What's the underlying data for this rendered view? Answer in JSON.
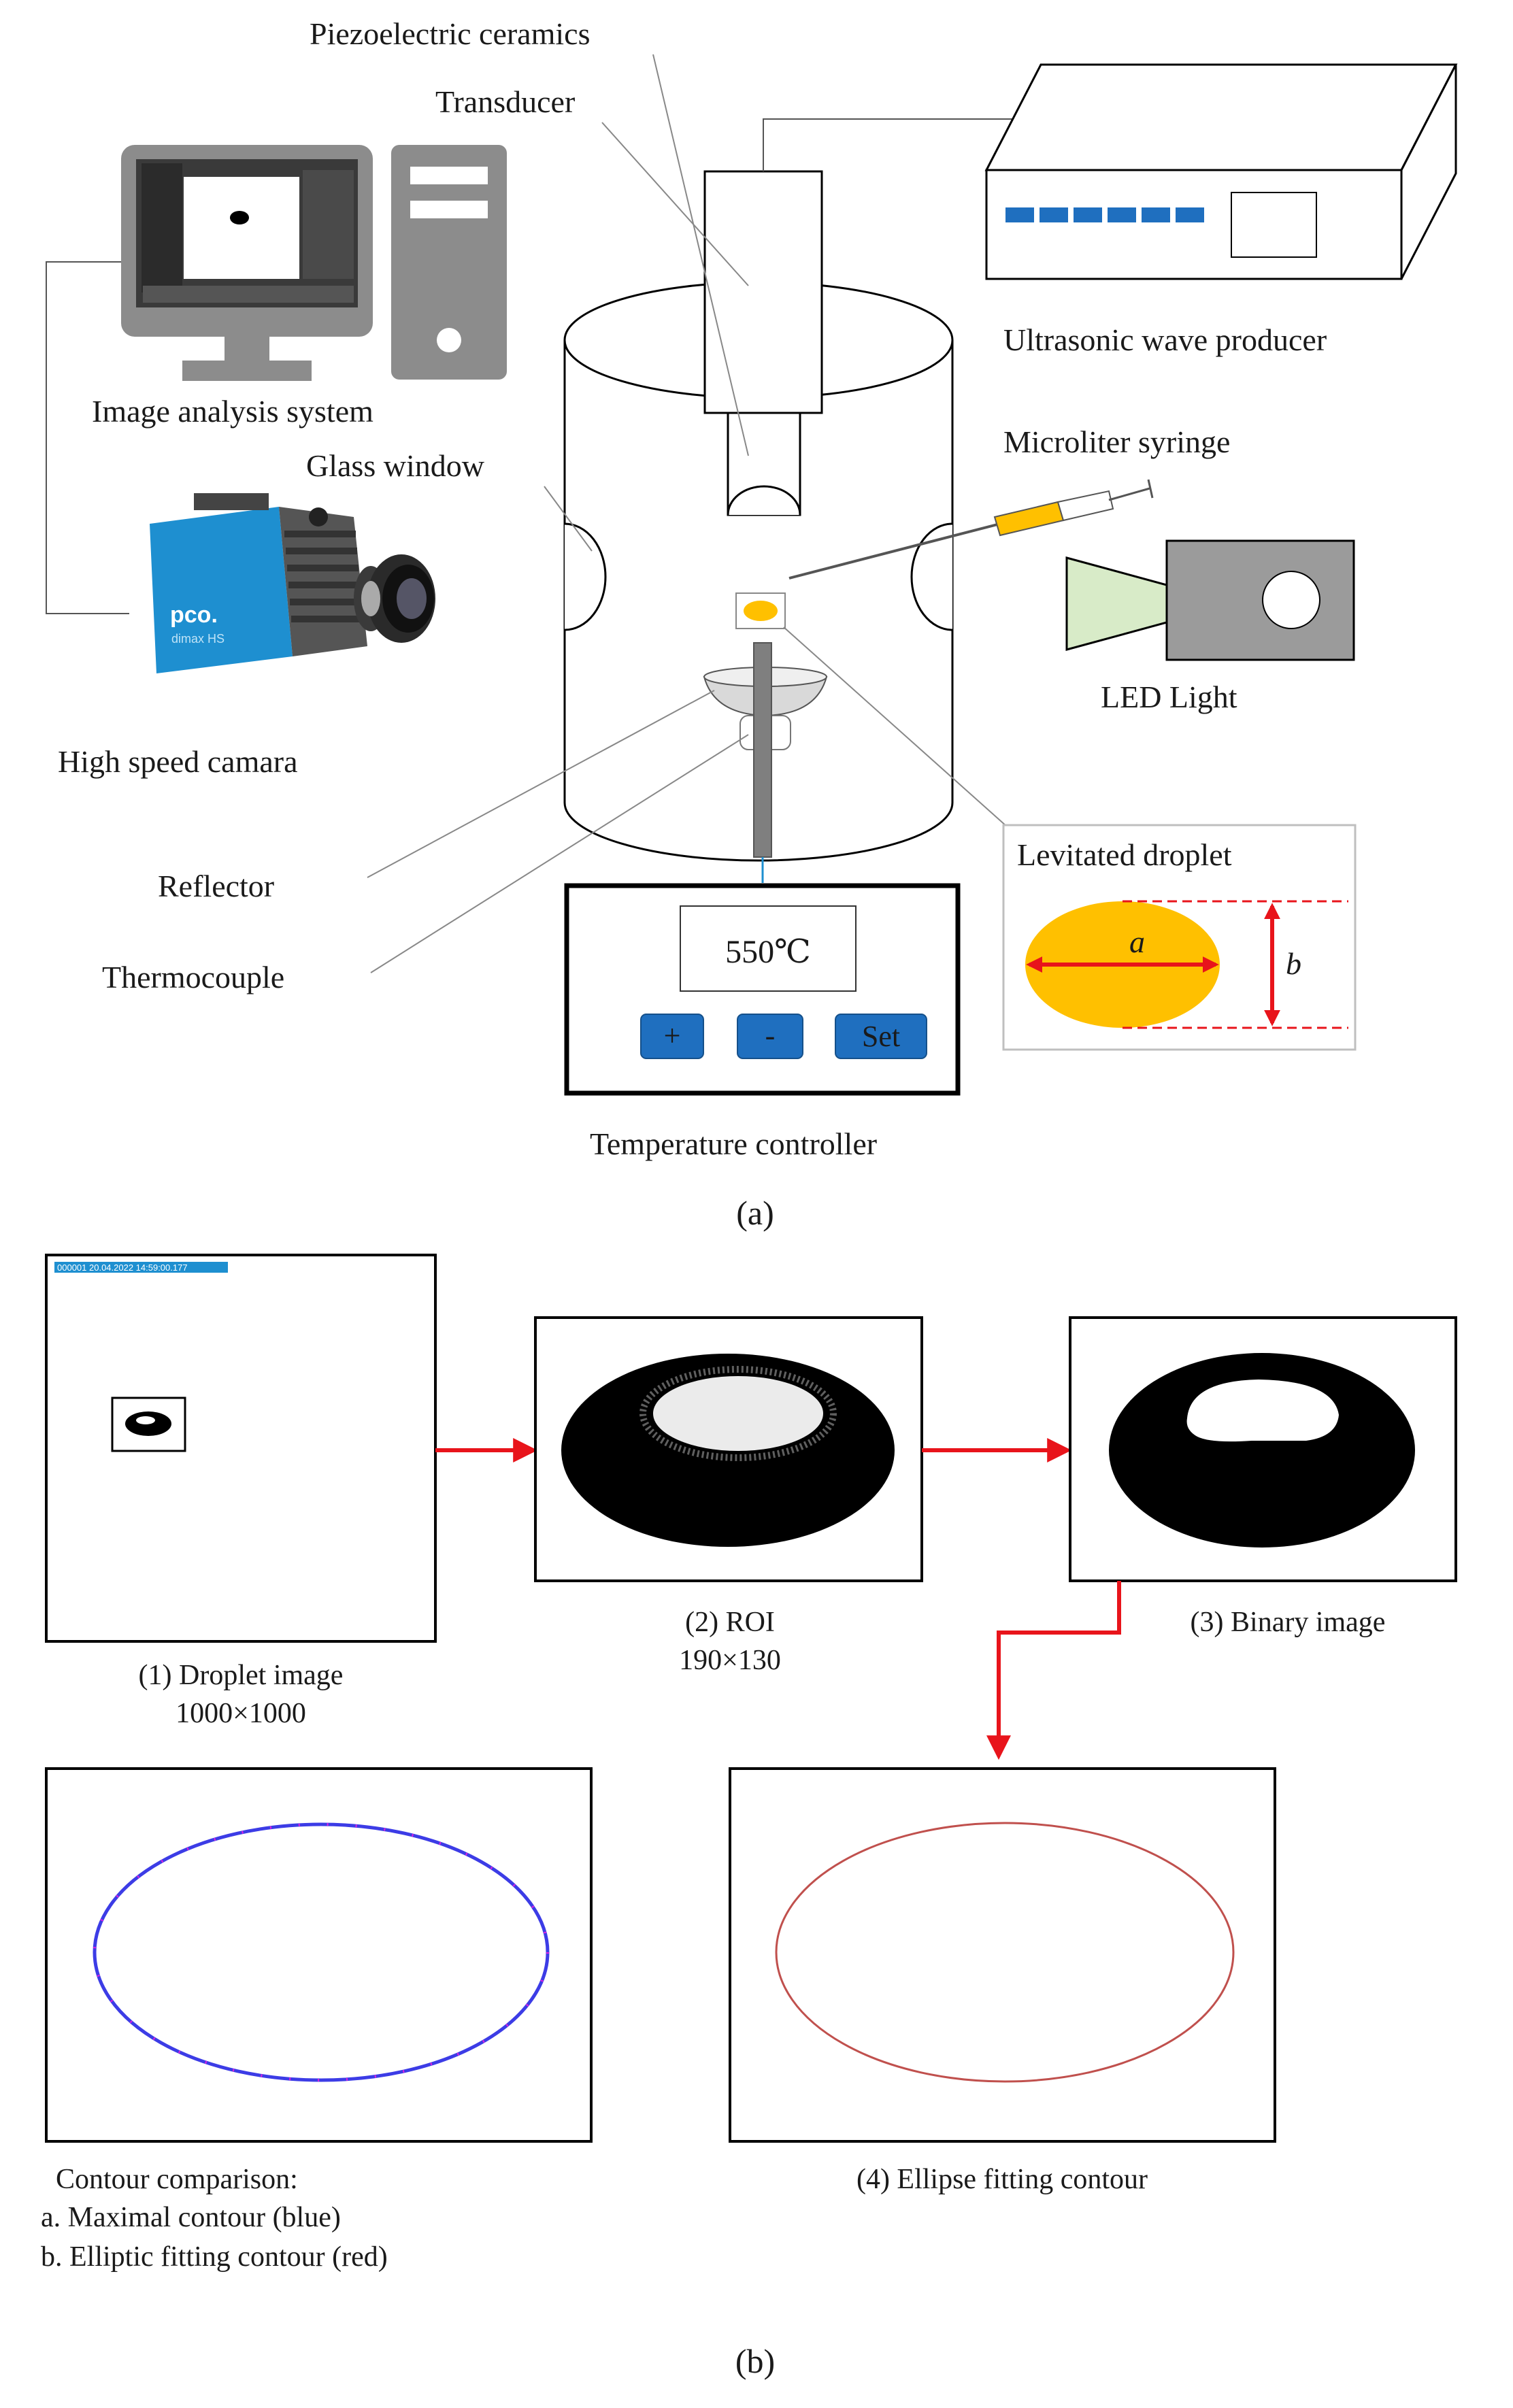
{
  "panel_a": {
    "labels": {
      "piezo": "Piezoelectric ceramics",
      "transducer": "Transducer",
      "ultrasonic": "Ultrasonic wave producer",
      "image_system": "Image analysis system",
      "glass_window": "Glass window",
      "syringe": "Microliter syringe",
      "led": "LED Light",
      "camera": "High speed camara",
      "reflector": "Reflector",
      "thermocouple": "Thermocouple",
      "levitated": "Levitated droplet",
      "axis_a": "a",
      "axis_b": "b",
      "controller": "Temperature controller",
      "camera_brand": "pco.",
      "camera_model": "dimax HS"
    },
    "controller": {
      "display": "550℃",
      "plus": "+",
      "minus": "-",
      "set": "Set"
    },
    "caption": "(a)"
  },
  "panel_b": {
    "timestamp": "000001 20.04.2022 14:59:00.177",
    "steps": {
      "droplet_image": "(1) Droplet image",
      "droplet_size": "1000×1000",
      "roi": "(2) ROI",
      "roi_size": "190×130",
      "binary": "(3) Binary image",
      "ellipse_fit": "(4)  Ellipse fitting contour"
    },
    "contour": {
      "title": "Contour comparison:",
      "line_a": "a. Maximal contour (blue)",
      "line_b": "b. Elliptic fitting contour (red)"
    },
    "caption": "(b)"
  },
  "colors": {
    "droplet": "#FFC000",
    "arrow_red": "#E8141B",
    "button_blue": "#1F6FBF",
    "contour_blue": "#3C3CE6",
    "contour_red": "#C0504D",
    "camera_blue": "#1E8FD0",
    "led_green": "#D8EBC8"
  }
}
